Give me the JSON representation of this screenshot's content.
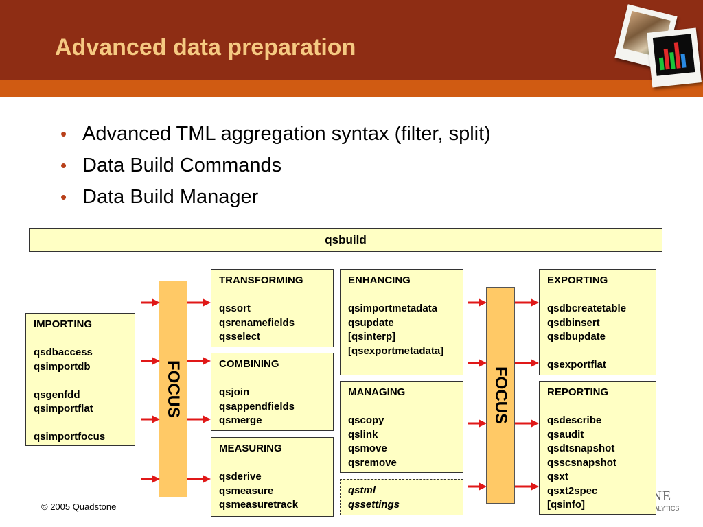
{
  "title": "Advanced data preparation",
  "bullets": [
    "Advanced TML aggregation syntax (filter, split)",
    "Data Build Commands",
    "Data Build Manager"
  ],
  "qsbuild": "qsbuild",
  "focus_label": "FOCUS",
  "boxes": {
    "importing": [
      "IMPORTING",
      "",
      "qsdbaccess",
      "qsimportdb",
      "",
      "qsgenfdd",
      "qsimportflat",
      "",
      "qsimportfocus"
    ],
    "transforming": [
      "TRANSFORMING",
      "",
      "qssort",
      "qsrenamefields",
      "qsselect"
    ],
    "combining": [
      "COMBINING",
      "",
      "qsjoin",
      "qsappendfields",
      "qsmerge"
    ],
    "measuring": [
      "MEASURING",
      "",
      "qsderive",
      "qsmeasure",
      "qsmeasuretrack"
    ],
    "enhancing": [
      "ENHANCING",
      "",
      "qsimportmetadata",
      "qsupdate",
      "[qsinterp]",
      "[qsexportmetadata]"
    ],
    "managing": [
      "MANAGING",
      "",
      "qscopy",
      "qslink",
      "qsmove",
      "qsremove"
    ],
    "utilities": [
      "qstml",
      "qssettings"
    ],
    "exporting": [
      "EXPORTING",
      "",
      "qsdbcreatetable",
      "qsdbinsert",
      "qsdbupdate",
      "",
      "qsexportflat"
    ],
    "reporting": [
      "REPORTING",
      "",
      "qsdescribe",
      "qsaudit",
      "qsdtsnapshot",
      "qsscsnapshot",
      "qsxt",
      "qsxt2spec",
      "[qsinfo]"
    ]
  },
  "footer": "© 2005 Quadstone",
  "logo_text": "ONE",
  "logo_subtext": "NALYTICS",
  "colors": {
    "header": "#8e2d14",
    "header_stripe": "#d05b12",
    "title": "#f5c982",
    "box_fill": "#ffffc4",
    "focus_fill": "#ffc966",
    "arrow": "#e01818",
    "bullet": "#b8401a"
  }
}
